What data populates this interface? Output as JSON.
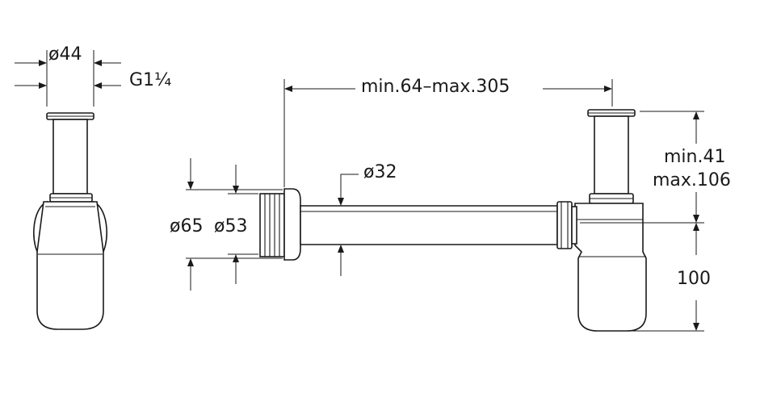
{
  "dimensions": {
    "inlet_diameter": "ø44",
    "thread": "G1¼",
    "outlet_length": "min.64–max.305",
    "pipe_diameter": "ø32",
    "flange_outer": "ø65",
    "flange_inner": "ø53",
    "height_min": "min.41",
    "height_max": "max.106",
    "trap_height": "100"
  },
  "colors": {
    "line": "#1a1a1a",
    "background": "#ffffff"
  }
}
